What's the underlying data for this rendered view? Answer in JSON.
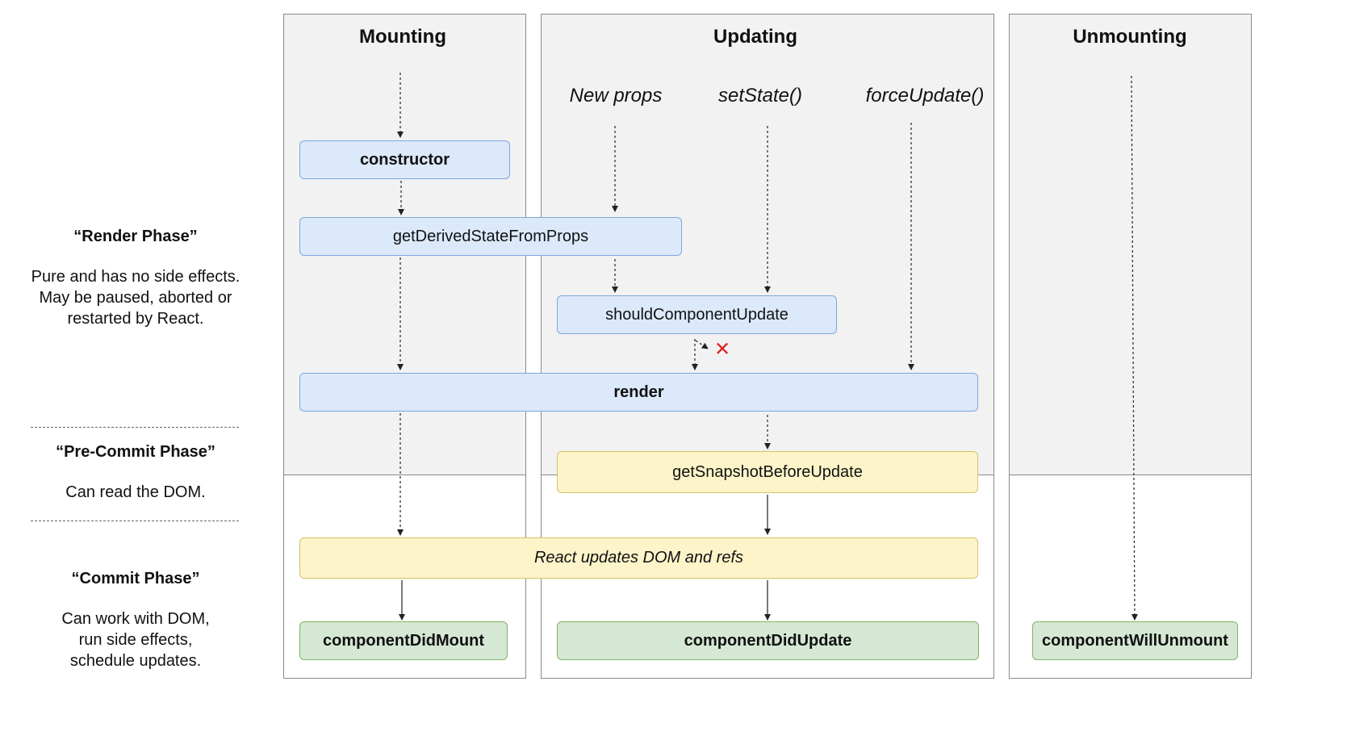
{
  "columns": {
    "mounting": "Mounting",
    "updating": "Updating",
    "unmounting": "Unmounting"
  },
  "triggers": {
    "new_props": "New props",
    "set_state": "setState()",
    "force_update": "forceUpdate()"
  },
  "methods": {
    "constructor": "constructor",
    "get_derived_state": "getDerivedStateFromProps",
    "should_component_update": "shouldComponentUpdate",
    "render": "render",
    "get_snapshot": "getSnapshotBeforeUpdate",
    "react_updates_dom": "React updates DOM and refs",
    "component_did_mount": "componentDidMount",
    "component_did_update": "componentDidUpdate",
    "component_will_unmount": "componentWillUnmount"
  },
  "phases": {
    "render": {
      "title": "“Render Phase”",
      "desc_lines": [
        "Pure and has no side effects.",
        "May be paused, aborted or",
        "restarted by React."
      ]
    },
    "pre_commit": {
      "title": "“Pre-Commit Phase”",
      "desc_lines": [
        "Can read the DOM."
      ]
    },
    "commit": {
      "title": "“Commit Phase”",
      "desc_lines": [
        "Can work with DOM,",
        "run side effects,",
        "schedule updates."
      ]
    }
  },
  "colors": {
    "render_phase_box": "#dce9fb",
    "pre_commit_box": "#fdf4c9",
    "commit_box": "#d5e8d4",
    "skip_marker": "#e02020"
  },
  "skip_marker_glyph": "✕"
}
